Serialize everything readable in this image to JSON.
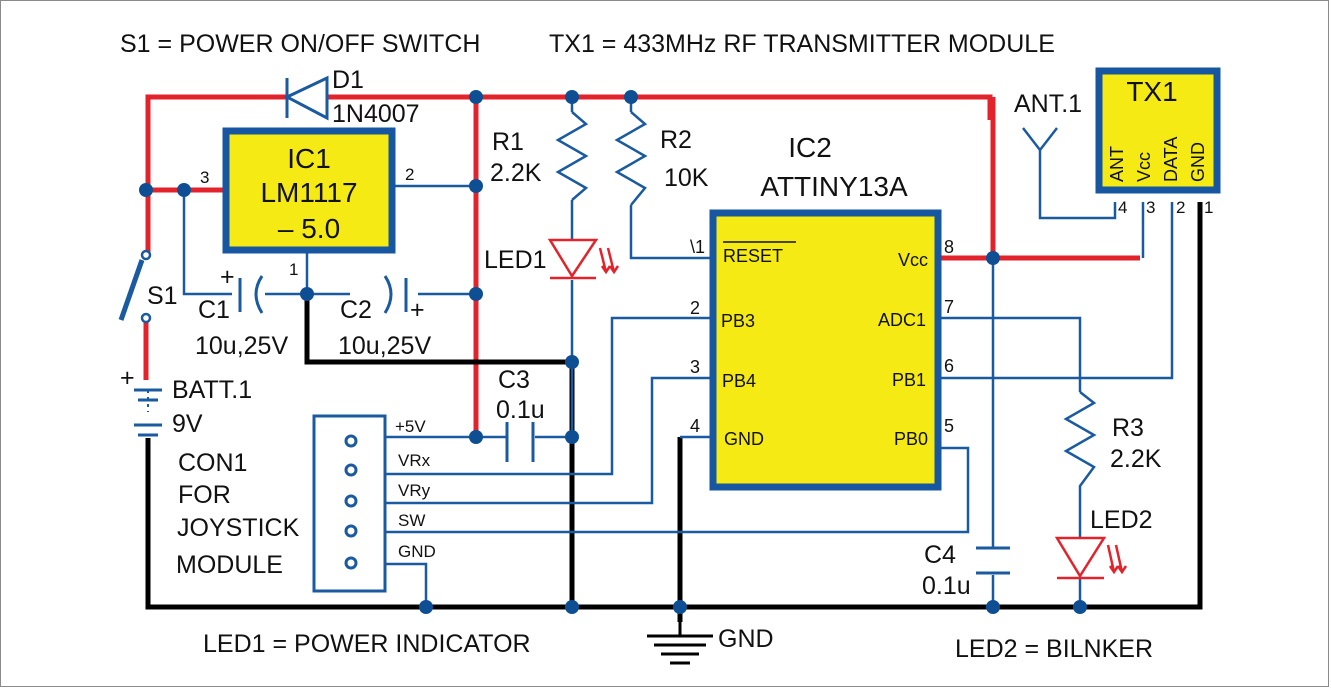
{
  "notes": {
    "s1": "S1 = POWER ON/OFF SWITCH",
    "tx1": "TX1 = 433MHz RF TRANSMITTER MODULE",
    "led1": "LED1 = POWER INDICATOR",
    "led2": "LED2 = BILNKER"
  },
  "components": {
    "d1": {
      "ref": "D1",
      "value": "1N4007"
    },
    "ic1": {
      "ref": "IC1",
      "part": "LM1117",
      "suffix": "– 5.0",
      "pins": [
        "1",
        "2",
        "3"
      ]
    },
    "ic2": {
      "ref": "IC2",
      "part": "ATTINY13A",
      "left_pins": [
        {
          "num": "\\1",
          "name": "RESET"
        },
        {
          "num": "2",
          "name": "PB3"
        },
        {
          "num": "3",
          "name": "PB4"
        },
        {
          "num": "4",
          "name": "GND"
        }
      ],
      "right_pins": [
        {
          "num": "8",
          "name": "Vcc"
        },
        {
          "num": "7",
          "name": "ADC1"
        },
        {
          "num": "6",
          "name": "PB1"
        },
        {
          "num": "5",
          "name": "PB0"
        }
      ]
    },
    "r1": {
      "ref": "R1",
      "value": "2.2K"
    },
    "r2": {
      "ref": "R2",
      "value": "10K"
    },
    "r3": {
      "ref": "R3",
      "value": "2.2K"
    },
    "c1": {
      "ref": "C1",
      "value": "10u,25V",
      "polarity": "+"
    },
    "c2": {
      "ref": "C2",
      "value": "10u,25V",
      "polarity": "+"
    },
    "c3": {
      "ref": "C3",
      "value": "0.1u"
    },
    "c4": {
      "ref": "C4",
      "value": "0.1u"
    },
    "led1": {
      "ref": "LED1"
    },
    "led2": {
      "ref": "LED2"
    },
    "s1": {
      "ref": "S1"
    },
    "batt": {
      "ref": "BATT.1",
      "value": "9V",
      "polarity": "+"
    },
    "ant": {
      "ref": "ANT.1"
    },
    "tx1": {
      "ref": "TX1",
      "pin_names": [
        "ANT",
        "Vcc",
        "DATA",
        "GND"
      ],
      "pin_nums": [
        "4",
        "3",
        "2",
        "1"
      ]
    },
    "con1": {
      "label_lines": [
        "CON1",
        "FOR",
        "JOYSTICK",
        "MODULE"
      ],
      "pins": [
        "+5V",
        "VRx",
        "VRy",
        "SW",
        "GND"
      ]
    },
    "gnd": {
      "label": "GND"
    }
  },
  "colors": {
    "power_wire": "#e3232b",
    "signal_wire": "#1a5aa0",
    "ground_wire": "#000000",
    "chip_fill": "#f5ea14",
    "chip_border": "#1756a0"
  }
}
